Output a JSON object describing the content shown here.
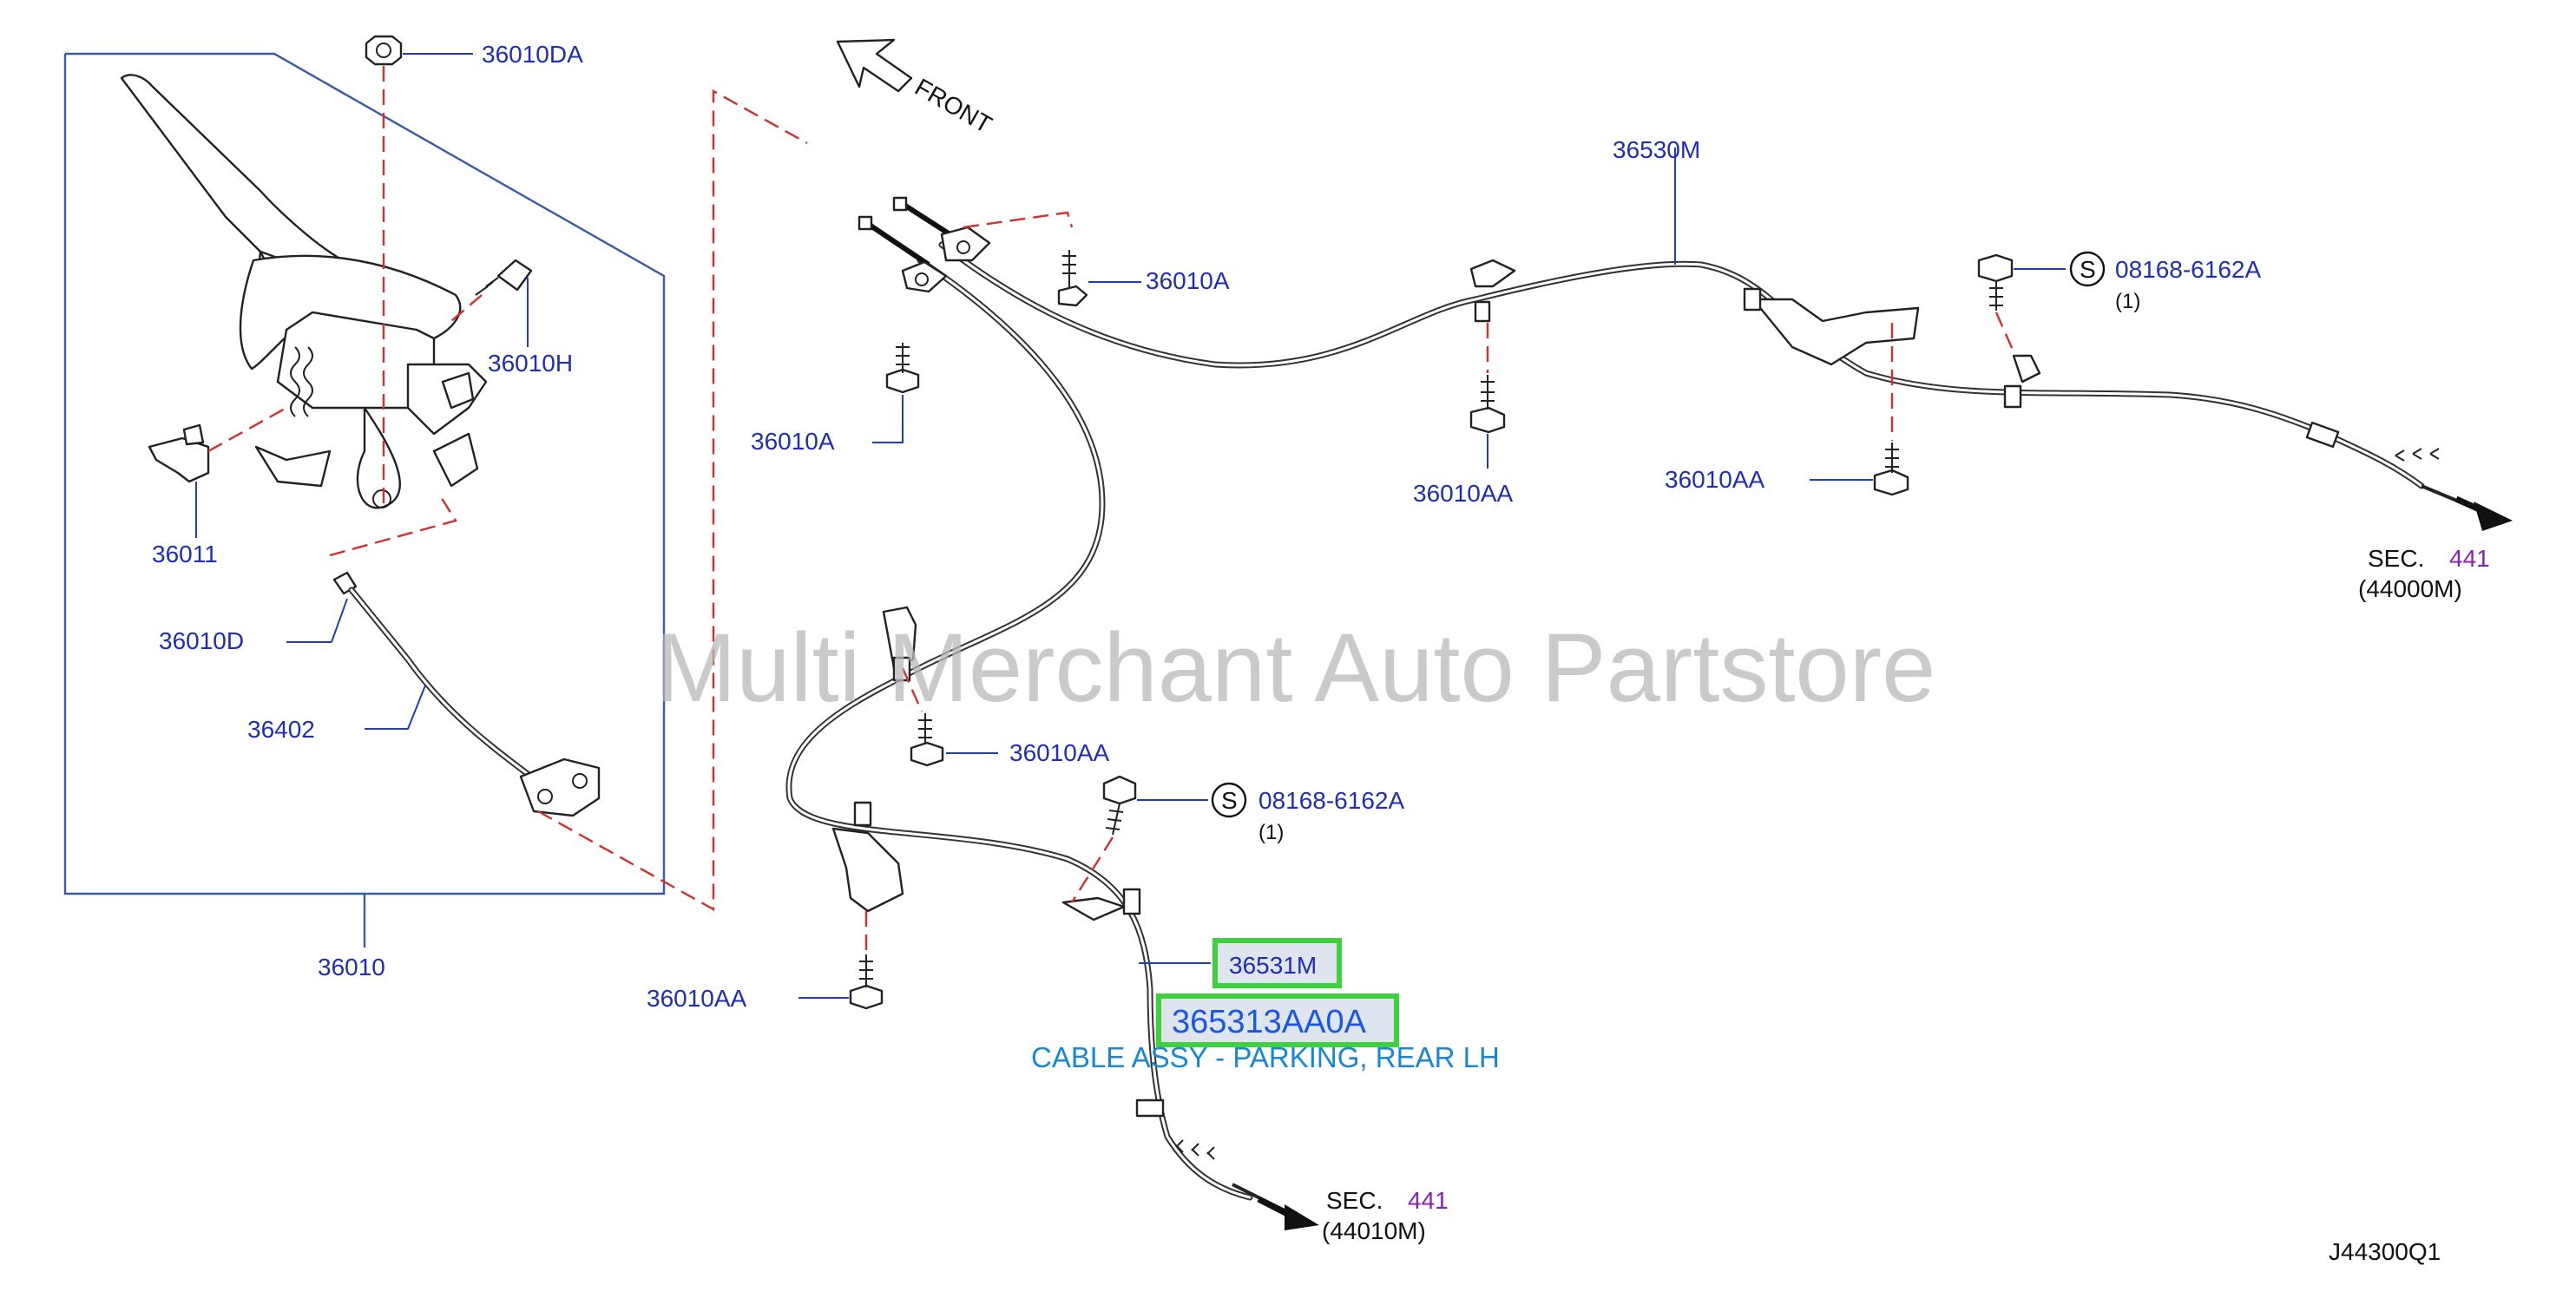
{
  "labels": {
    "p36010DA": "36010DA",
    "p36010H": "36010H",
    "p36011": "36011",
    "p36010D": "36010D",
    "p36402": "36402",
    "p36010": "36010",
    "front": "FRONT",
    "p36010A_top": "36010A",
    "p36010A_left": "36010A",
    "p36530M": "36530M",
    "p36010AA_mid": "36010AA",
    "p36010AA_right": "36010AA",
    "p08168_top": "08168-6162A",
    "p08168_top_qty": "(1)",
    "s_top": "S",
    "p36010AA_center": "36010AA",
    "p08168_bot": "08168-6162A",
    "p08168_bot_qty": "(1)",
    "s_bot": "S",
    "p36010AA_bottom": "36010AA",
    "p36531M": "36531M",
    "sec_right": "SEC.",
    "sec_right_num": "441",
    "sec_right_ref": "(44000M)",
    "sec_bottom": "SEC.",
    "sec_bottom_num": "441",
    "sec_bottom_ref": "(44010M)",
    "diagram_code": "J44300Q1"
  },
  "highlight": {
    "part_number": "365313AA0A",
    "description": "CABLE ASSY - PARKING, REAR LH",
    "box_color": "#3ed13e"
  },
  "watermark": "Multi Merchant Auto Partstore",
  "colors": {
    "callout_text": "#1f2db8",
    "section_number": "#8a1fb3",
    "dashed_guides": "#d23030"
  }
}
